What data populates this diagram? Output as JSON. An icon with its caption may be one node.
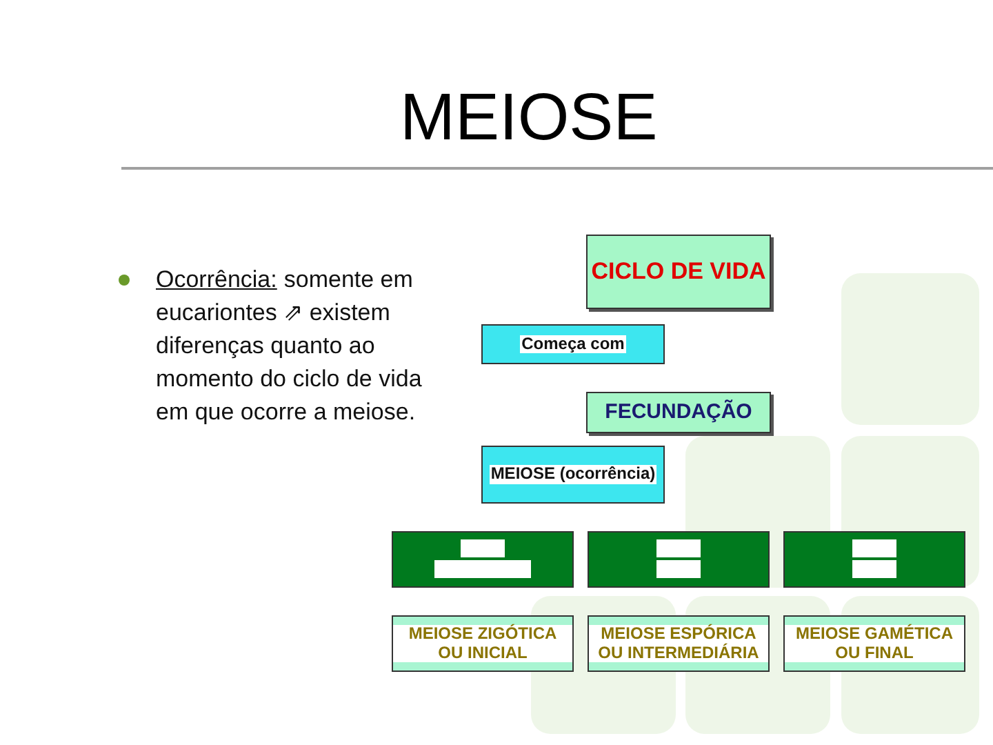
{
  "diagram": {
    "title": "MEIOSE",
    "nodes": [
      {
        "text": [
          "CICLO DE VIDA"
        ]
      },
      {
        "text": [
          "Começa com"
        ]
      },
      {
        "text": [
          "FECUNDAÇÃO"
        ]
      },
      {
        "text": [
          "MEIOSE (ocorrência)"
        ]
      },
      {
        "text": [],
        "shape": "box"
      },
      {
        "text": [],
        "shape": "box"
      },
      {
        "text": [],
        "shape": "box"
      },
      {
        "text": [
          "MEIOSE ZIGÓTICA OU INICIAL"
        ]
      },
      {
        "text": [
          "MEIOSE ESPÓRICA OU INTERMEDIÁRIA"
        ]
      },
      {
        "text": [
          "MEIOSE GAMÉTICA OU FINAL"
        ]
      }
    ],
    "labels": [
      "Ocorrência:",
      "somente em eucariontes ⇗ existem diferenças quanto ao momento do ciclo de vida em que ocorre a meiose."
    ]
  }
}
